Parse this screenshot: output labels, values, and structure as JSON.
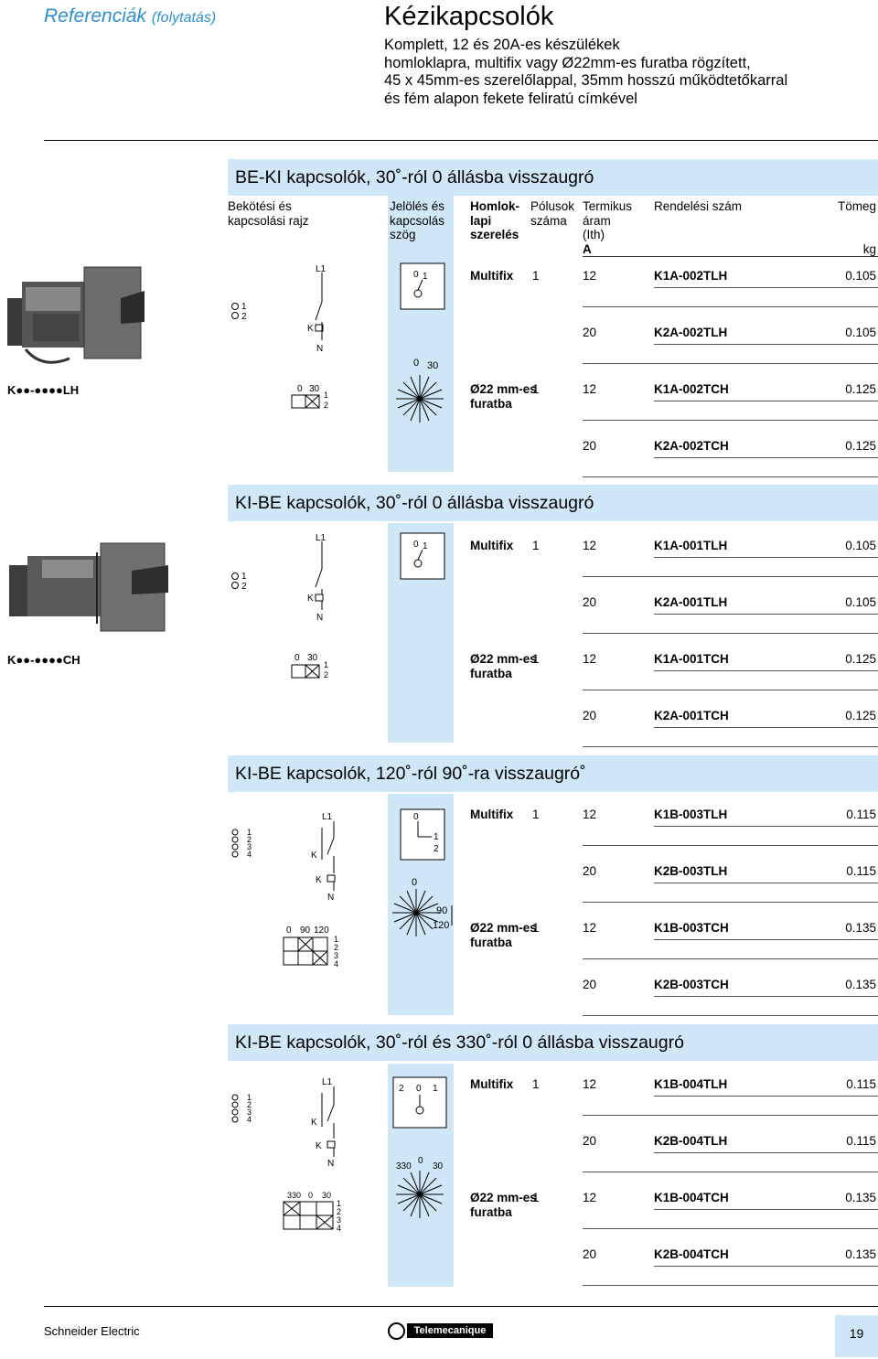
{
  "header": {
    "section": "Referenciák",
    "section_suffix": "(folytatás)",
    "title": "Kézikapcsolók",
    "intro": [
      "Komplett, 12 és 20A-es készülékek",
      "homloklapra, multifix vagy Ø22mm-es furatba rögzített,",
      "45 x 45mm-es szerelőlappal, 35mm hosszú működtetőkarral",
      "és fém alapon fekete feliratú címkével"
    ]
  },
  "columns": {
    "wiring": [
      "Bekötési és",
      "kapcsolási rajz"
    ],
    "marking": [
      "Jelölés és",
      "kapcsolás",
      "szög"
    ],
    "mounting": [
      "Homlok-",
      "lapi",
      "szerelés"
    ],
    "poles": [
      "Pólusok",
      "száma"
    ],
    "current": [
      "Termikus",
      "áram",
      "(Ith)",
      "A"
    ],
    "ref": "Rendelési szám",
    "weight": [
      "Tömeg",
      "kg"
    ]
  },
  "sections": [
    {
      "title": "BE-KI kapcsolók, 30˚-ról 0 állásba visszaugró",
      "code": "K●●-●●●●LH",
      "rows": [
        {
          "mount": "Multifix",
          "mount2": "",
          "poles": "1",
          "amp": "12",
          "ref": "K1A-002TLH",
          "kg": "0.105"
        },
        {
          "mount": "",
          "mount2": "",
          "poles": "",
          "amp": "20",
          "ref": "K2A-002TLH",
          "kg": "0.105"
        },
        {
          "mount": "Ø22 mm-es",
          "mount2": "furatba",
          "poles": "1",
          "amp": "12",
          "ref": "K1A-002TCH",
          "kg": "0.125"
        },
        {
          "mount": "",
          "mount2": "",
          "poles": "",
          "amp": "20",
          "ref": "K2A-002TCH",
          "kg": "0.125"
        }
      ]
    },
    {
      "title": "KI-BE kapcsolók, 30˚-ról 0 állásba visszaugró",
      "code": "K●●-●●●●CH",
      "rows": [
        {
          "mount": "Multifix",
          "mount2": "",
          "poles": "1",
          "amp": "12",
          "ref": "K1A-001TLH",
          "kg": "0.105"
        },
        {
          "mount": "",
          "mount2": "",
          "poles": "",
          "amp": "20",
          "ref": "K2A-001TLH",
          "kg": "0.105"
        },
        {
          "mount": "Ø22 mm-es",
          "mount2": "furatba",
          "poles": "1",
          "amp": "12",
          "ref": "K1A-001TCH",
          "kg": "0.125"
        },
        {
          "mount": "",
          "mount2": "",
          "poles": "",
          "amp": "20",
          "ref": "K2A-001TCH",
          "kg": "0.125"
        }
      ]
    },
    {
      "title": "KI-BE kapcsolók, 120˚-ról 90˚-ra visszaugró˚",
      "code": "",
      "rows": [
        {
          "mount": "Multifix",
          "mount2": "",
          "poles": "1",
          "amp": "12",
          "ref": "K1B-003TLH",
          "kg": "0.115"
        },
        {
          "mount": "",
          "mount2": "",
          "poles": "",
          "amp": "20",
          "ref": "K2B-003TLH",
          "kg": "0.115"
        },
        {
          "mount": "Ø22 mm-es",
          "mount2": "furatba",
          "poles": "1",
          "amp": "12",
          "ref": "K1B-003TCH",
          "kg": "0.135"
        },
        {
          "mount": "",
          "mount2": "",
          "poles": "",
          "amp": "20",
          "ref": "K2B-003TCH",
          "kg": "0.135"
        }
      ]
    },
    {
      "title": "KI-BE kapcsolók, 30˚-ról és 330˚-ról 0 állásba visszaugró",
      "code": "",
      "rows": [
        {
          "mount": "Multifix",
          "mount2": "",
          "poles": "1",
          "amp": "12",
          "ref": "K1B-004TLH",
          "kg": "0.115"
        },
        {
          "mount": "",
          "mount2": "",
          "poles": "",
          "amp": "20",
          "ref": "K2B-004TLH",
          "kg": "0.115"
        },
        {
          "mount": "Ø22 mm-es",
          "mount2": "furatba",
          "poles": "1",
          "amp": "12",
          "ref": "K1B-004TCH",
          "kg": "0.135"
        },
        {
          "mount": "",
          "mount2": "",
          "poles": "",
          "amp": "20",
          "ref": "K2B-004TCH",
          "kg": "0.135"
        }
      ]
    }
  ],
  "diagram_labels": {
    "l1": "L1",
    "k": "K",
    "n": "N",
    "pos_01": [
      "0",
      "1"
    ],
    "pos_0_30": [
      "0",
      "30"
    ],
    "pos_0_1_2": [
      "0",
      "1",
      "2"
    ],
    "pos_90_120": [
      "90",
      "120"
    ],
    "pos_0_90_120": [
      "0",
      "90",
      "120"
    ],
    "pos_2_0_1": [
      "2",
      "0",
      "1"
    ],
    "pos_330_0_30": [
      "330",
      "0",
      "30"
    ],
    "contacts_12": [
      "1",
      "2"
    ],
    "contacts_1234": [
      "1",
      "2",
      "3",
      "4"
    ]
  },
  "footer": {
    "brand": "Schneider Electric",
    "logo": "Telemecanique",
    "page": "19"
  }
}
